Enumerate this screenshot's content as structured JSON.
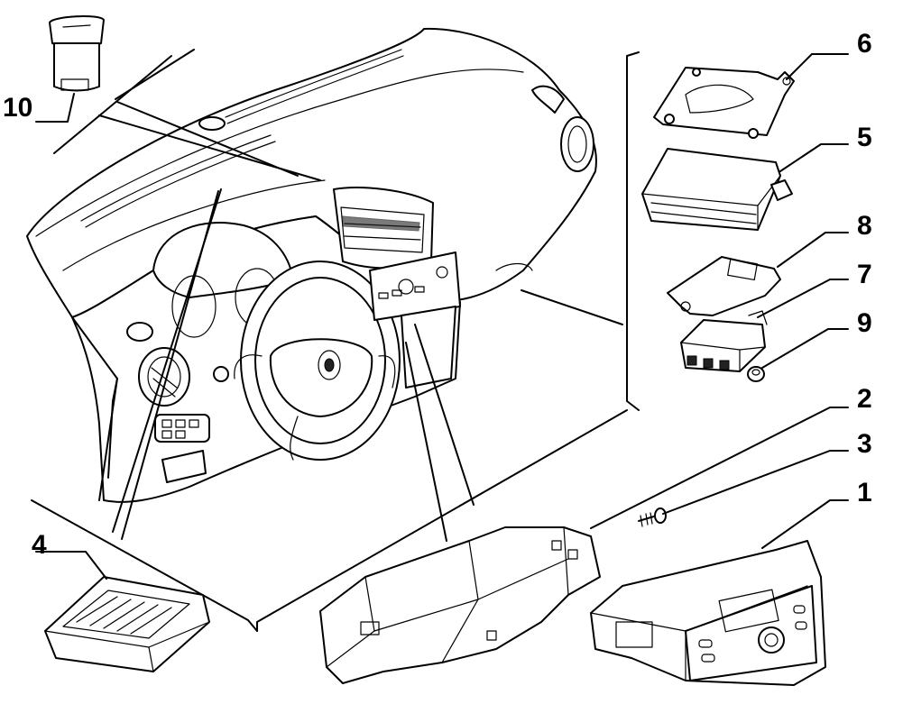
{
  "callouts": [
    {
      "id": "c10",
      "text": "10"
    },
    {
      "id": "c6",
      "text": "6"
    },
    {
      "id": "c5",
      "text": "5"
    },
    {
      "id": "c8",
      "text": "8"
    },
    {
      "id": "c7",
      "text": "7"
    },
    {
      "id": "c9",
      "text": "9"
    },
    {
      "id": "c2",
      "text": "2"
    },
    {
      "id": "c3",
      "text": "3"
    },
    {
      "id": "c1",
      "text": "1"
    },
    {
      "id": "c4",
      "text": "4"
    }
  ],
  "colors": {
    "line": "#000000",
    "background": "#ffffff"
  }
}
